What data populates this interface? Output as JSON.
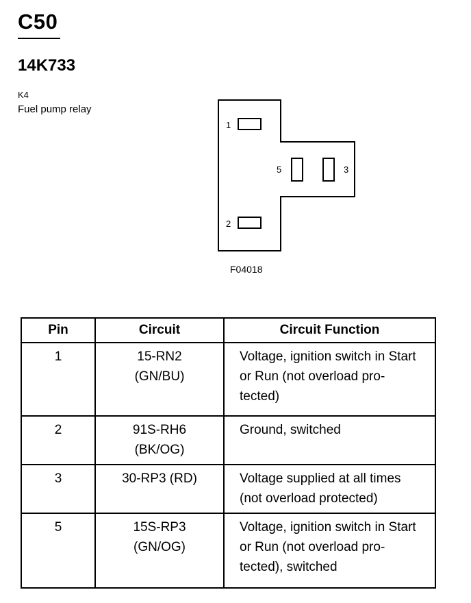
{
  "header": {
    "connector_id": "C50",
    "part_number": "14K733",
    "ref_code": "K4",
    "component_name": "Fuel pump relay"
  },
  "diagram": {
    "figure_code": "F04018",
    "pins": [
      {
        "label": "1",
        "orientation": "horizontal"
      },
      {
        "label": "2",
        "orientation": "horizontal"
      },
      {
        "label": "3",
        "orientation": "vertical"
      },
      {
        "label": "5",
        "orientation": "vertical"
      }
    ]
  },
  "table": {
    "headers": [
      "Pin",
      "Circuit",
      "Circuit Function"
    ],
    "rows": [
      {
        "pin": "1",
        "circuit": [
          "15-RN2",
          "(GN/BU)"
        ],
        "function": [
          "Voltage, ignition switch in Start",
          "or Run (not overload pro-",
          "tected)"
        ]
      },
      {
        "pin": "2",
        "circuit": [
          "91S-RH6",
          "(BK/OG)"
        ],
        "function": [
          "Ground, switched"
        ]
      },
      {
        "pin": "3",
        "circuit": [
          "30-RP3 (RD)"
        ],
        "function": [
          "Voltage supplied at all times",
          "(not overload protected)"
        ]
      },
      {
        "pin": "5",
        "circuit": [
          "15S-RP3",
          "(GN/OG)"
        ],
        "function": [
          "Voltage, ignition switch in Start",
          "or Run (not overload pro-",
          "tected), switched"
        ]
      }
    ]
  }
}
